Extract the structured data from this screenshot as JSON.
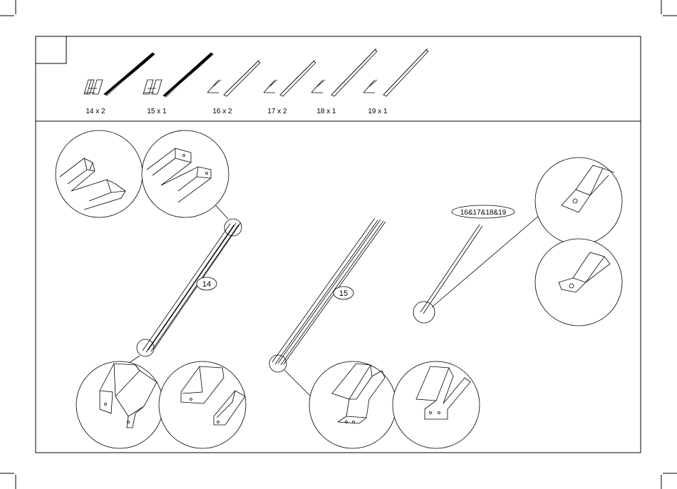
{
  "parts_list": [
    {
      "number": "14",
      "quantity": "14 x 2"
    },
    {
      "number": "15",
      "quantity": "15 x 1"
    },
    {
      "number": "16",
      "quantity": "16 x 2"
    },
    {
      "number": "17",
      "quantity": "17 x 2"
    },
    {
      "number": "18",
      "quantity": "18 x 1"
    },
    {
      "number": "19",
      "quantity": "19 x 1"
    }
  ],
  "callouts": {
    "part_14": "14",
    "part_15": "15",
    "parts_16_19": "16&17&18&19"
  },
  "colors": {
    "line": "#000000",
    "background": "#ffffff"
  }
}
